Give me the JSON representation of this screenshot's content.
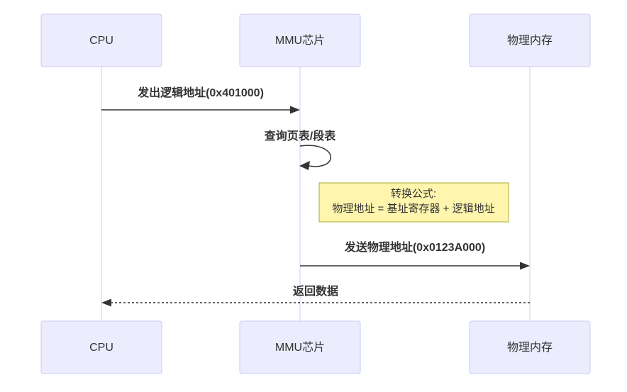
{
  "diagram": {
    "type": "sequence-diagram",
    "actors": [
      {
        "id": "cpu",
        "label": "CPU"
      },
      {
        "id": "mmu",
        "label": "MMU芯片"
      },
      {
        "id": "memory",
        "label": "物理内存"
      }
    ],
    "messages": [
      {
        "from": "cpu",
        "to": "mmu",
        "text": "发出逻辑地址(0x401000)",
        "line_style": "solid"
      },
      {
        "from": "mmu",
        "to": "mmu",
        "text": "查询页表/段表",
        "line_style": "self-loop"
      },
      {
        "from": "mmu",
        "to": "memory",
        "text": "发送物理地址(0x0123A000)",
        "line_style": "solid"
      },
      {
        "from": "memory",
        "to": "cpu",
        "text": "返回数据",
        "line_style": "dashed"
      }
    ],
    "note": {
      "line1": "转换公式:",
      "line2": "物理地址 = 基址寄存器 + 逻辑地址"
    }
  },
  "colors": {
    "background": "#ffffff",
    "actor_fill": "#ECECFF",
    "actor_border": "#CCCCF0",
    "lifeline": "#CCCCF0",
    "line": "#333333",
    "text": "#333333",
    "note_fill": "#FFF5AD",
    "note_border": "#AAAA33"
  }
}
